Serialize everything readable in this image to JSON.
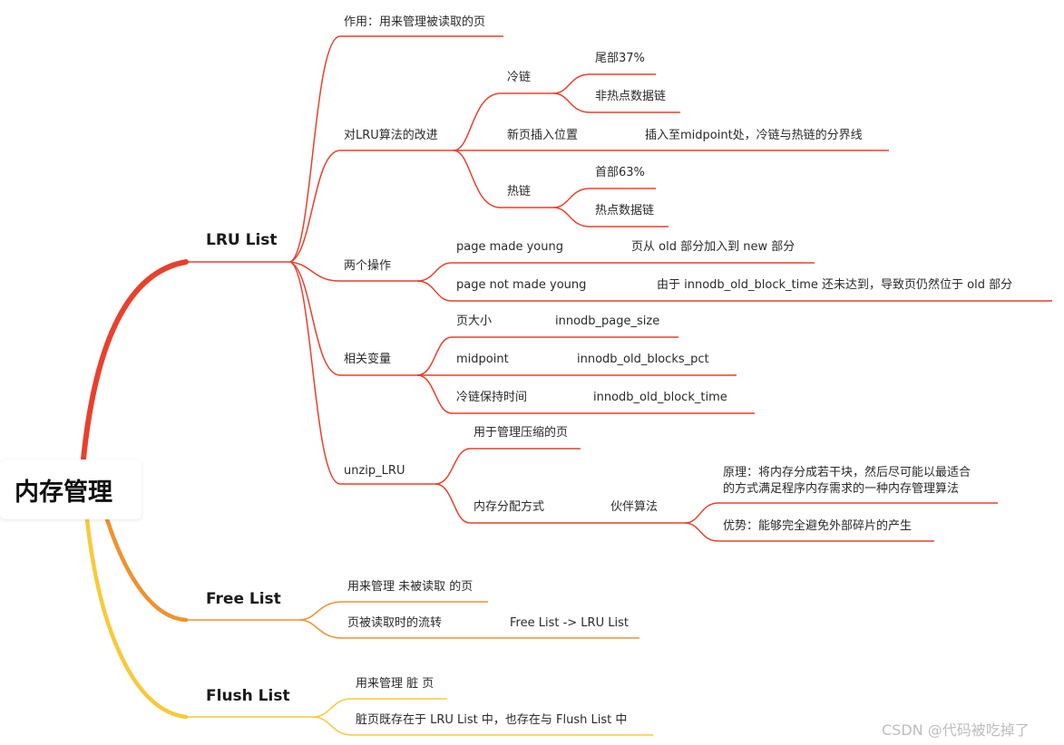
{
  "root": {
    "label": "内存管理"
  },
  "colors": {
    "lru": "#e8412c",
    "free": "#f0922e",
    "flush": "#f9c93b"
  },
  "lru": {
    "label": "LRU List",
    "purpose": "作用：用来管理被读取的页",
    "improve": {
      "label": "对LRU算法的改进",
      "cold": {
        "label": "冷链",
        "tail": "尾部37%",
        "chain": "非热点数据链"
      },
      "insert": {
        "label": "新页插入位置",
        "value": "插入至midpoint处，冷链与热链的分界线"
      },
      "hot": {
        "label": "热链",
        "head": "首部63%",
        "chain": "热点数据链"
      }
    },
    "ops": {
      "label": "两个操作",
      "made_young": {
        "label": "page made young",
        "value": "页从 old 部分加入到 new 部分"
      },
      "not_made_young": {
        "label": "page not made young",
        "value": "由于 innodb_old_block_time 还未达到，导致页仍然位于 old 部分"
      }
    },
    "vars": {
      "label": "相关变量",
      "page_size": {
        "label": "页大小",
        "value": "innodb_page_size"
      },
      "midpoint": {
        "label": "midpoint",
        "value": "innodb_old_blocks_pct"
      },
      "hold_time": {
        "label": "冷链保持时间",
        "value": "innodb_old_block_time"
      }
    },
    "unzip": {
      "label": "unzip_LRU",
      "purpose": "用于管理压缩的页",
      "alloc": {
        "label": "内存分配方式",
        "method": "伙伴算法",
        "principle_line1": "原理：将内存分成若干块，然后尽可能以最适合",
        "principle_line2": "的方式满足程序内存需求的一种内存管理算法",
        "advantage": "优势：能够完全避免外部碎片的产生"
      }
    }
  },
  "free": {
    "label": "Free List",
    "purpose": "用来管理 未被读取 的页",
    "flow": {
      "label": "页被读取时的流转",
      "value": "Free List -> LRU List"
    }
  },
  "flush": {
    "label": "Flush List",
    "purpose": "用来管理 脏 页",
    "note": "脏页既存在于 LRU List 中，也存在与 Flush List 中"
  },
  "watermark": "CSDN @代码被吃掉了"
}
